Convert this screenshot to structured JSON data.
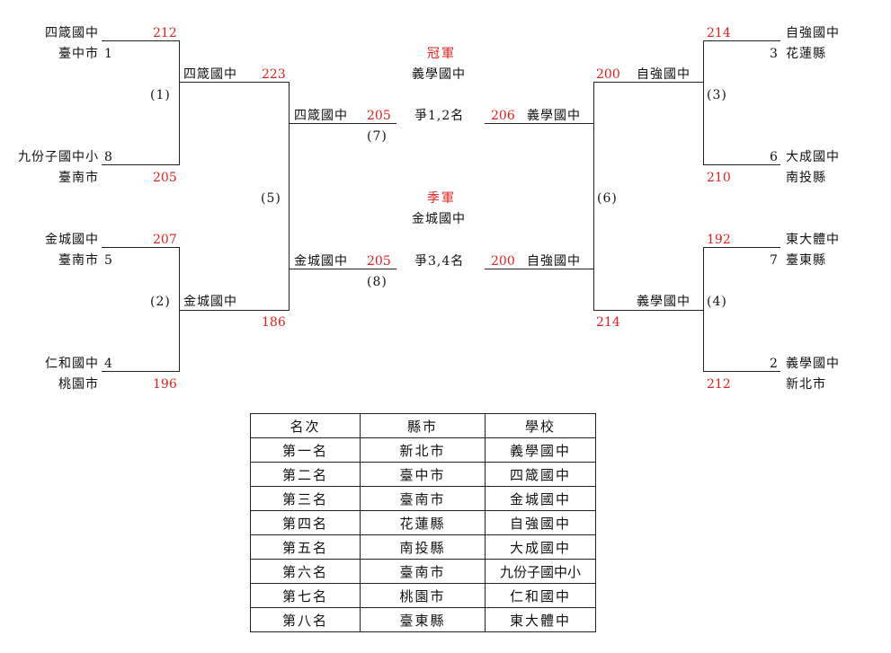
{
  "left_bracket": {
    "seed1": {
      "school": "四箴國中",
      "city": "臺中市",
      "seed": "1",
      "score": "212"
    },
    "seed8": {
      "school": "九份子國中小",
      "city": "臺南市",
      "seed": "8",
      "score": "205"
    },
    "seed5": {
      "school": "金城國中",
      "city": "臺南市",
      "seed": "5",
      "score": "207"
    },
    "seed4": {
      "school": "仁和國中",
      "city": "桃園市",
      "seed": "4",
      "score": "196"
    },
    "game1": {
      "label": "(1)",
      "winner": "四箴國中",
      "score": "223"
    },
    "game2": {
      "label": "(2)",
      "winner": "金城國中",
      "score": "186"
    },
    "game5": {
      "label": "(5)"
    },
    "semi_top": {
      "school": "四箴國中",
      "score": "205"
    },
    "semi_bottom": {
      "school": "金城國中",
      "score": "205"
    },
    "game7_label": "(7)",
    "game8_label": "(8)"
  },
  "right_bracket": {
    "seed3": {
      "school": "自強國中",
      "city": "花蓮縣",
      "seed": "3",
      "score": "214"
    },
    "seed6": {
      "school": "大成國中",
      "city": "南投縣",
      "seed": "6",
      "score": "210"
    },
    "seed7": {
      "school": "東大體中",
      "city": "臺東縣",
      "seed": "7",
      "score": "192"
    },
    "seed2": {
      "school": "義學國中",
      "city": "新北市",
      "seed": "2",
      "score": "212"
    },
    "game3": {
      "label": "(3)",
      "winner": "自強國中",
      "score": "200"
    },
    "game4": {
      "label": "(4)",
      "winner": "義學國中",
      "score": "214"
    },
    "game6": {
      "label": "(6)"
    },
    "semi_top": {
      "school": "義學國中",
      "score": "206"
    },
    "semi_bottom": {
      "school": "自強國中",
      "score": "200"
    }
  },
  "center": {
    "champion_title": "冠軍",
    "champion_school": "義學國中",
    "final_label": "爭1,2名",
    "third_title": "季軍",
    "third_school": "金城國中",
    "third_label": "爭3,4名"
  },
  "colors": {
    "score_red": "#e0201d",
    "line": "#222222"
  },
  "ranking_table": {
    "headers": [
      "名次",
      "縣市",
      "學校"
    ],
    "rows": [
      [
        "第一名",
        "新北市",
        "義學國中"
      ],
      [
        "第二名",
        "臺中市",
        "四箴國中"
      ],
      [
        "第三名",
        "臺南市",
        "金城國中"
      ],
      [
        "第四名",
        "花蓮縣",
        "自強國中"
      ],
      [
        "第五名",
        "南投縣",
        "大成國中"
      ],
      [
        "第六名",
        "臺南市",
        "九份子國中小"
      ],
      [
        "第七名",
        "桃園市",
        "仁和國中"
      ],
      [
        "第八名",
        "臺東縣",
        "東大體中"
      ]
    ]
  }
}
